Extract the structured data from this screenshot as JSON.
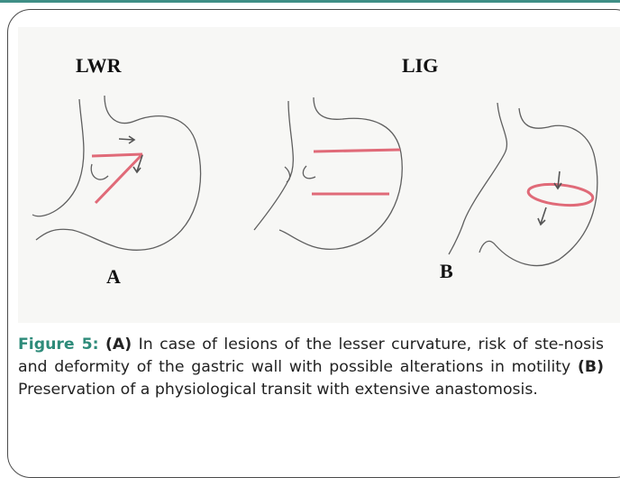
{
  "figure": {
    "label_left": "LWR",
    "label_right": "LIG",
    "panel_a": "A",
    "panel_b": "B"
  },
  "caption": {
    "figure_number": "Figure 5:",
    "part_a_tag": "(A)",
    "part_a_text": " In case of lesions of the lesser curvature, risk of ste-nosis and deformity of the gastric wall with possible alterations in motility ",
    "part_b_tag": "(B)",
    "part_b_text": " Preservation of a physiological transit with extensive anastomosis."
  },
  "colors": {
    "accent": "#2e8b7a",
    "incision": "#e06a78",
    "sketch": "#5a5a5a"
  }
}
